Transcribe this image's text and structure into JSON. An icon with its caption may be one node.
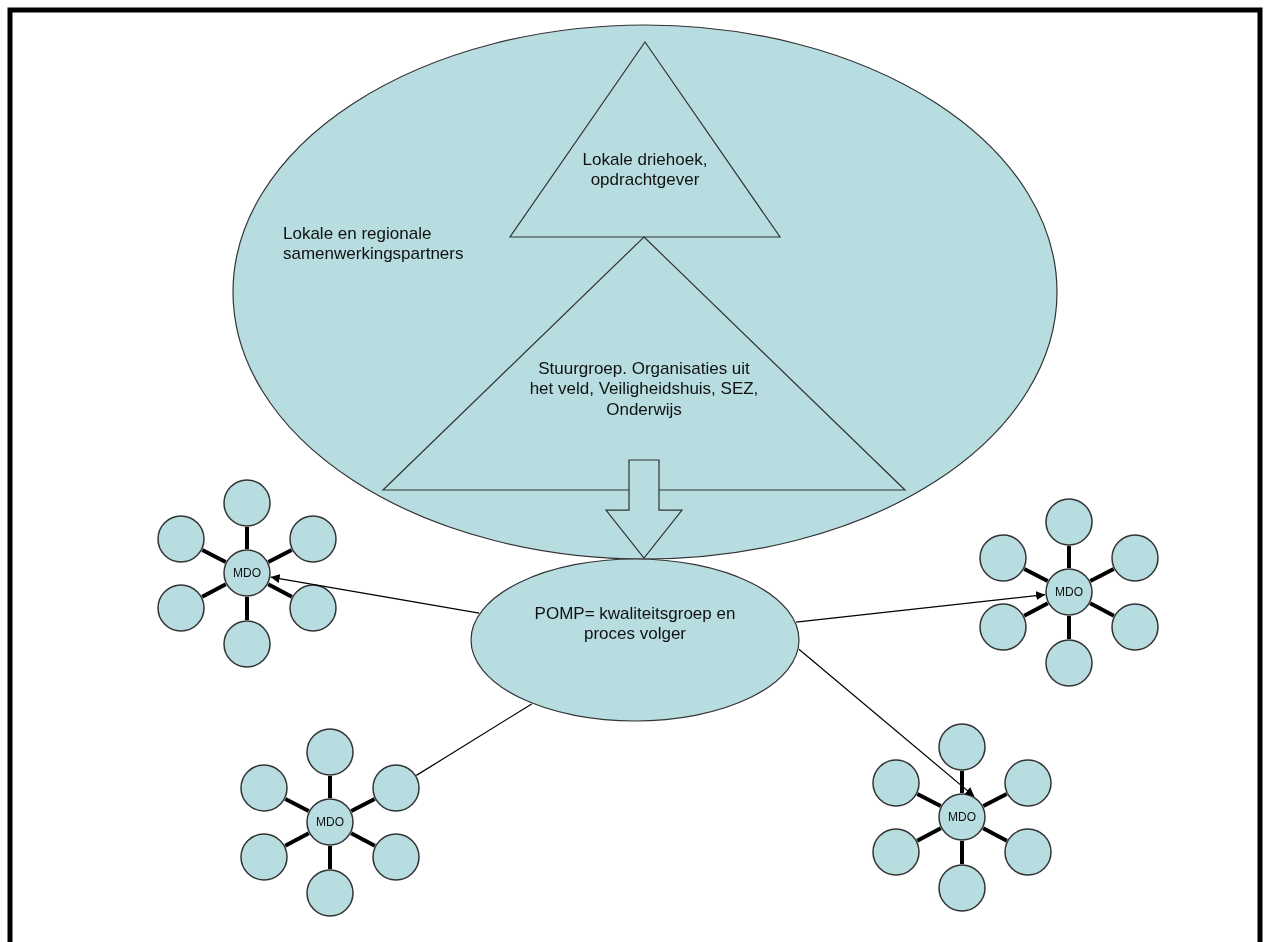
{
  "diagram": {
    "nodes": [
      {
        "text": [
          "Lokale en regionale samenwerkingspartners"
        ]
      },
      {
        "text": [
          "Lokale driehoek, opdrachtgever"
        ],
        "in": 0
      },
      {
        "text": [
          "Stuurgroep. Organisaties uit het veld, Veiligheidshuis, SEZ, Onderwijs"
        ],
        "in": 0
      },
      {
        "text": [
          "POMP= kwaliteitsgroep en proces volger"
        ]
      },
      {
        "text": [
          "MDO"
        ]
      },
      {
        "text": [],
        "shape": "circle"
      },
      {
        "text": [],
        "shape": "circle"
      },
      {
        "text": [],
        "shape": "circle"
      },
      {
        "text": [],
        "shape": "circle"
      },
      {
        "text": [],
        "shape": "circle"
      },
      {
        "text": [],
        "shape": "circle"
      },
      {
        "text": [
          "MDO"
        ]
      },
      {
        "text": [],
        "shape": "circle"
      },
      {
        "text": [],
        "shape": "circle"
      },
      {
        "text": [],
        "shape": "circle"
      },
      {
        "text": [],
        "shape": "circle"
      },
      {
        "text": [],
        "shape": "circle"
      },
      {
        "text": [],
        "shape": "circle"
      },
      {
        "text": [
          "MDO"
        ]
      },
      {
        "text": [],
        "shape": "circle"
      },
      {
        "text": [],
        "shape": "circle"
      },
      {
        "text": [],
        "shape": "circle"
      },
      {
        "text": [],
        "shape": "circle"
      },
      {
        "text": [],
        "shape": "circle"
      },
      {
        "text": [],
        "shape": "circle"
      },
      {
        "text": [
          "MDO"
        ]
      },
      {
        "text": [],
        "shape": "circle"
      },
      {
        "text": [],
        "shape": "circle"
      },
      {
        "text": [],
        "shape": "circle"
      },
      {
        "text": [],
        "shape": "circle"
      },
      {
        "text": [],
        "shape": "circle"
      },
      {
        "text": [],
        "shape": "circle"
      }
    ],
    "edges": [
      {
        "from": 2,
        "to": 3,
        "arrow": "to",
        "style": "thick"
      },
      {
        "from": 4,
        "to": 5,
        "arrow": "none"
      },
      {
        "from": 4,
        "to": 6,
        "arrow": "none"
      },
      {
        "from": 4,
        "to": 7,
        "arrow": "none"
      },
      {
        "from": 4,
        "to": 8,
        "arrow": "none"
      },
      {
        "from": 4,
        "to": 9,
        "arrow": "none"
      },
      {
        "from": 4,
        "to": 10,
        "arrow": "none"
      },
      {
        "from": 11,
        "to": 12,
        "arrow": "none"
      },
      {
        "from": 11,
        "to": 13,
        "arrow": "none"
      },
      {
        "from": 11,
        "to": 14,
        "arrow": "none"
      },
      {
        "from": 11,
        "to": 15,
        "arrow": "none"
      },
      {
        "from": 11,
        "to": 16,
        "arrow": "none"
      },
      {
        "from": 11,
        "to": 17,
        "arrow": "none"
      },
      {
        "from": 18,
        "to": 19,
        "arrow": "none"
      },
      {
        "from": 18,
        "to": 20,
        "arrow": "none"
      },
      {
        "from": 18,
        "to": 21,
        "arrow": "none"
      },
      {
        "from": 18,
        "to": 22,
        "arrow": "none"
      },
      {
        "from": 18,
        "to": 23,
        "arrow": "none"
      },
      {
        "from": 18,
        "to": 24,
        "arrow": "none"
      },
      {
        "from": 25,
        "to": 26,
        "arrow": "none"
      },
      {
        "from": 25,
        "to": 27,
        "arrow": "none"
      },
      {
        "from": 25,
        "to": 28,
        "arrow": "none"
      },
      {
        "from": 25,
        "to": 29,
        "arrow": "none"
      },
      {
        "from": 25,
        "to": 30,
        "arrow": "none"
      },
      {
        "from": 25,
        "to": 31,
        "arrow": "none"
      },
      {
        "from": 3,
        "to": 4,
        "arrow": "to"
      },
      {
        "from": 3,
        "to": 11,
        "arrow": "to"
      },
      {
        "from": 3,
        "to": 21,
        "arrow": "none"
      },
      {
        "from": 3,
        "to": 25,
        "arrow": "to"
      }
    ]
  }
}
